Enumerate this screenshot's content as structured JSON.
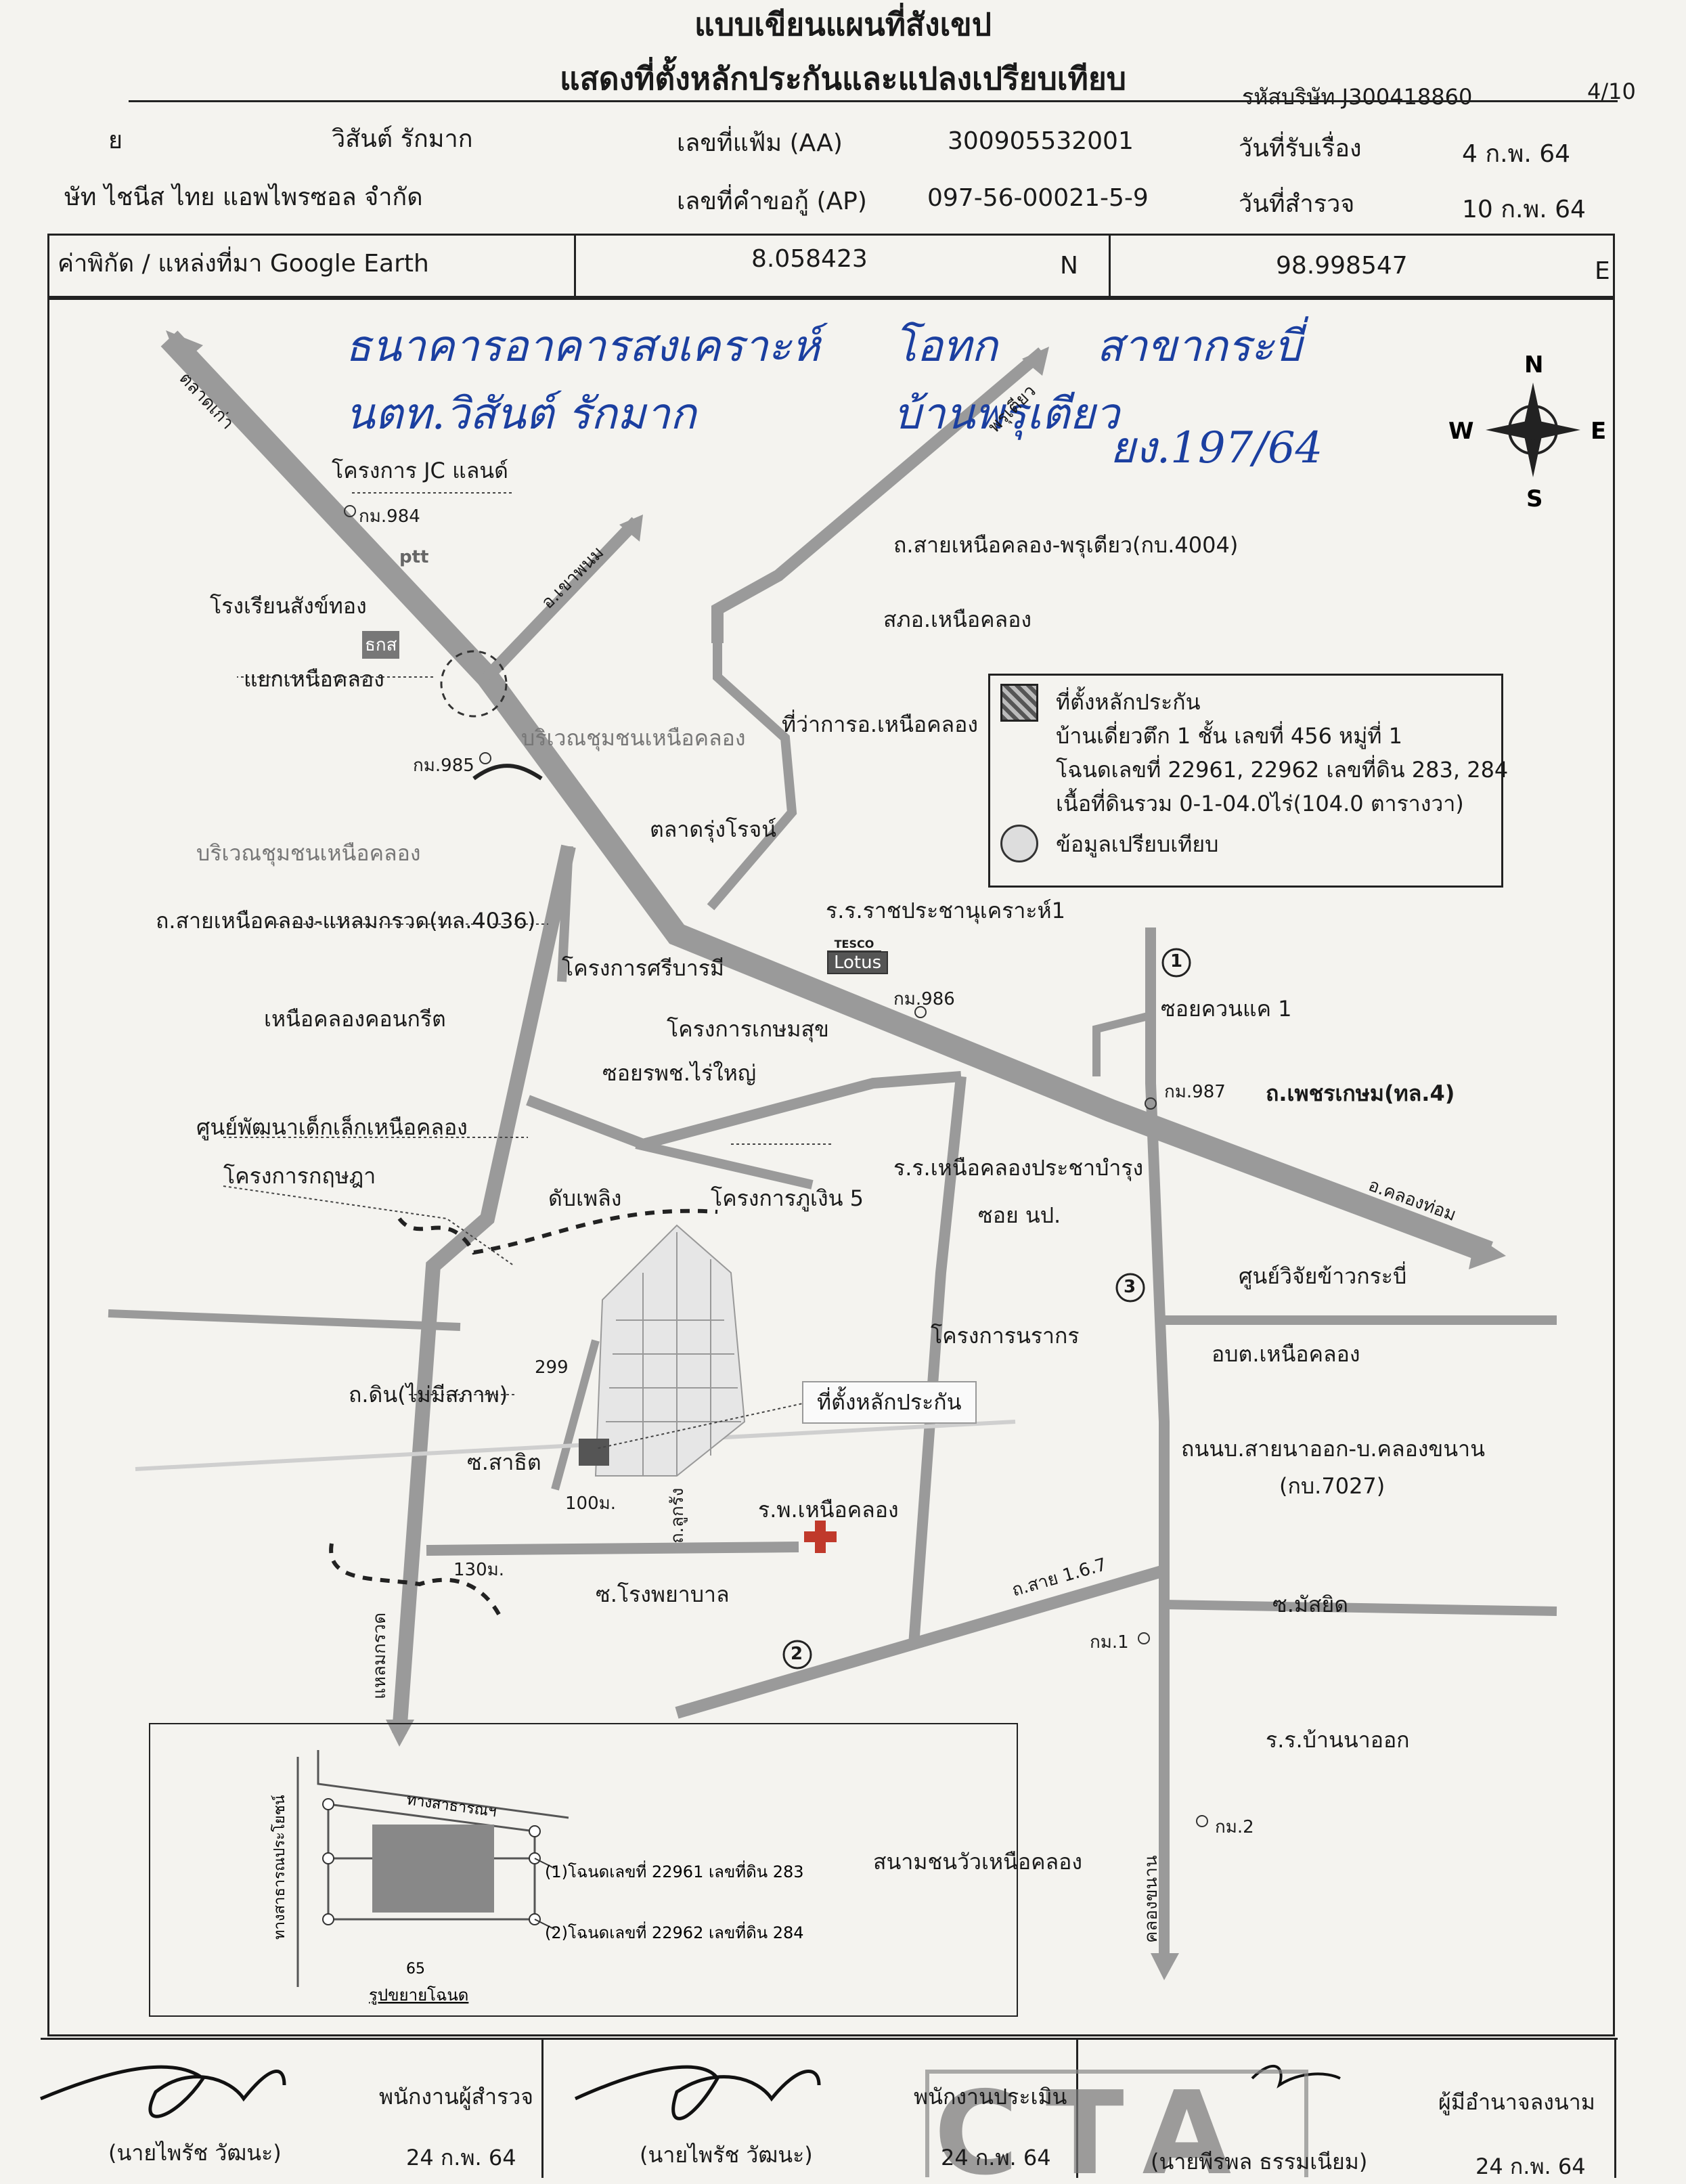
{
  "header": {
    "title_line1": "แบบเขียนแผนที่สังเขป",
    "title_line2": "แสดงที่ตั้งหลักประกันและแปลงเปรียบเทียบ",
    "company_code": "รหัสบริษัท J300418860",
    "page": "4/10"
  },
  "fields": {
    "row1_prefix": "ย",
    "name": "วิสันต์ รักมาก",
    "file_label": "เลขที่แฟ้ม (AA)",
    "file_no": "300905532001",
    "received_label": "วันที่รับเรื่อง",
    "received_date": "4 ก.พ. 64",
    "row2_prefix": "ษัท ไชนีส ไทย แอพไพรซอล จำกัด",
    "loan_label": "เลขที่คำขอกู้ (AP)",
    "loan_no": "097-56-00021-5-9",
    "survey_label": "วันที่สำรวจ",
    "survey_date": "10 ก.พ. 64",
    "coord_label": "ค่าพิกัด / แหล่งที่มา Google Earth",
    "lat": "8.058423",
    "lat_dir": "N",
    "lon": "98.998547",
    "lon_dir": "E"
  },
  "handwriting": {
    "line1a": "ธนาคารอาคารสงเคราะห์",
    "line1b": "โอทก",
    "line1c": "สาขากระบี่",
    "line2a": "นตท.วิสันต์ รักมาก",
    "line2b": "บ้านพรุเตียว",
    "line2c": "ยง.197/64"
  },
  "compass": {
    "n": "N",
    "s": "S",
    "e": "E",
    "w": "W"
  },
  "legend": {
    "collateral": "ที่ตั้งหลักประกัน",
    "desc1": "บ้านเดี่ยวตึก 1 ชั้น เลขที่ 456 หมู่ที่ 1",
    "desc2": "โฉนดเลขที่ 22961, 22962 เลขที่ดิน 283, 284",
    "desc3": "เนื้อที่ดินรวม 0-1-04.0ไร่(104.0 ตารางวา)",
    "comparison": "ข้อมูลเปรียบเทียบ"
  },
  "map_labels": {
    "talat_kao": "ตลาดเก่า",
    "phru_tiao": "พรุเตียว",
    "jc_land": "โครงการ JC แลนด์",
    "km984": "กม.984",
    "ptt": "ptt",
    "school_sangkhathong": "โรงเรียนสังข์ทอง",
    "bank": "ธกส",
    "khao_phanom": "อ.เขาพนม",
    "yaek": "แยกเหนือคลอง",
    "road_4004": "ถ.สายเหนือคลอง-พรุเตียว(กบ.4004)",
    "police": "สภอ.เหนือคลอง",
    "district_office": "ที่ว่าการอ.เหนือคลอง",
    "community1": "บริเวณชุมชนเหนือคลอง",
    "community2": "บริเวณชุมชนเหนือคลอง",
    "km985": "กม.985",
    "market": "ตลาดรุ่งโรจน์",
    "school_ratcha": "ร.ร.ราชประชานุเคราะห์1",
    "road_4036": "ถ.สายเหนือคลอง-แหลมกรวด(ทล.4036)",
    "sriburi": "โครงการศรีบารมี",
    "tesco_top": "TESCO",
    "tesco": "Lotus",
    "km986": "กม.986",
    "concrete": "เหนือคลองคอนกรีต",
    "kasemsuk": "โครงการเกษมสุข",
    "soi_khuan": "ซอยควนแค 1",
    "c1": "1",
    "soi_raiyai": "ซอยรพช.ไร่ใหญ่",
    "km987": "กม.987",
    "phetkasem": "ถ.เพชรเกษม(ทล.4)",
    "child_center": "ศูนย์พัฒนาเด็กเล็กเหนือคลอง",
    "kritsada": "โครงการกฤษฎา",
    "fire": "ดับเพลิง",
    "phuongern": "โครงการภูเงิน 5",
    "school_prachabamrung": "ร.ร.เหนือคลองประชาบำรุง",
    "soi_np": "ซอย นป.",
    "khlong_thom": "อ.คลองท่อม",
    "rice_center": "ศูนย์วิจัยข้าวกระบี่",
    "c3": "3",
    "narak": "โครงการนรากร",
    "obt": "อบต.เหนือคลอง",
    "n299": "299",
    "dirt_road": "ถ.ดิน(ไม่มีสภาพ)",
    "collateral_tag": "ที่ตั้งหลักประกัน",
    "soi_sathit": "ซ.สาธิต",
    "road_7027a": "ถนนบ.สายนาออก-บ.คลองขนาน",
    "road_7027b": "(กบ.7027)",
    "d100": "100ม.",
    "luk_rang": "ถ.ลูกรัง",
    "hospital": "ร.พ.เหนือคลอง",
    "d130": "130ม.",
    "soi_hospital": "ซ.โรงพยาบาล",
    "road_167": "ถ.สาย 1.6.7",
    "soi_masjid": "ซ.มัสยิด",
    "km1": "กม.1",
    "c2": "2",
    "laem_kruat": "แหลมกรวด",
    "school_banna": "ร.ร.บ้านนาออก",
    "km2": "กม.2",
    "stadium": "สนามชนวัวเหนือคลอง",
    "khlong_khanan": "คลองขนาน"
  },
  "inset": {
    "road_top": "ทางสาธารณฯ",
    "road_left": "ทางสาธารณประโยชน์",
    "deed1": "(1)โฉนดเลขที่ 22961 เลขที่ดิน 283",
    "deed2": "(2)โฉนดเลขที่ 22962 เลขที่ดิน 284",
    "n65": "65",
    "caption": "รูปขยายโฉนด"
  },
  "footer": {
    "surveyor_role": "พนักงานผู้สำรวจ",
    "surveyor_name": "(นายไพรัช  วัฒนะ)",
    "surveyor_date": "24 ก.พ. 64",
    "appraiser_role": "พนักงานประเมิน",
    "appraiser_name": "(นายไพรัช  วัฒนะ)",
    "appraiser_date": "24 ก.พ. 64",
    "authority_role": "ผู้มีอำนาจลงนาม",
    "authority_name": "(นายพีรพล  ธรรมเนียม)",
    "authority_date": "24 ก.พ. 64",
    "stamp": "CTA"
  },
  "colors": {
    "road": "#9a9a9a",
    "ink": "#1b3fa0",
    "hospital": "#c0392b"
  }
}
